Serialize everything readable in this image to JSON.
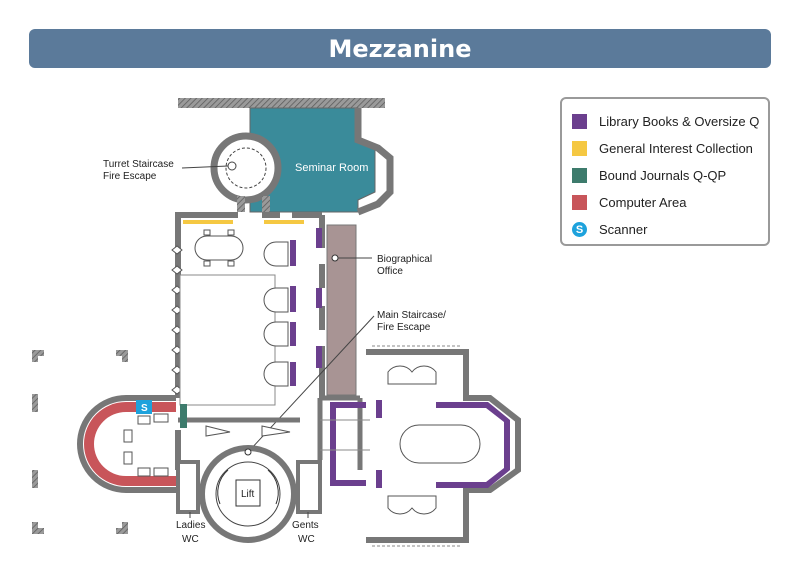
{
  "title": "Mezzanine",
  "colors": {
    "title_bar": "#5b7a9a",
    "library_books": "#6b3f8e",
    "general_interest": "#f5c842",
    "bound_journals": "#3d7b6c",
    "computer_area": "#c8555a",
    "scanner": "#1ea2dc",
    "seminar_room": "#3a8b9a",
    "office": "#a89494",
    "wall": "#7a7a7a"
  },
  "legend": [
    {
      "label": "Library Books & Oversize Q",
      "color": "#6b3f8e",
      "icon": "square"
    },
    {
      "label": "General Interest Collection",
      "color": "#f5c842",
      "icon": "square"
    },
    {
      "label": "Bound Journals Q-QP",
      "color": "#3d7b6c",
      "icon": "square"
    },
    {
      "label": "Computer Area",
      "color": "#c8555a",
      "icon": "square"
    },
    {
      "label": "Scanner",
      "color": "#1ea2dc",
      "icon": "scanner-icon",
      "symbol": "S"
    }
  ],
  "map_labels": {
    "seminar_room": "Seminar Room",
    "turret_line1": "Turret Staircase",
    "turret_line2": "Fire Escape",
    "bio_line1": "Biographical",
    "bio_line2": "Office",
    "main_line1": "Main Staircase/",
    "main_line2": "Fire Escape",
    "lift": "Lift",
    "ladies_line1": "Ladies",
    "ladies_line2": "WC",
    "gents_line1": "Gents",
    "gents_line2": "WC",
    "scanner_symbol": "S"
  }
}
